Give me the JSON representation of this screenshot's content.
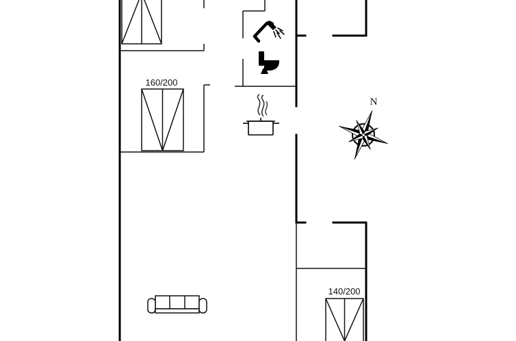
{
  "rooms": {
    "bed_1": {
      "size_label": "160/200"
    },
    "bed_2": {
      "size_label": "140/200"
    }
  },
  "compass": {
    "north_label": "N"
  },
  "icons": {
    "shower": "shower-icon",
    "toilet": "toilet-icon",
    "kitchen": "cooking-pot-icon",
    "sofa": "sofa-icon",
    "compass": "compass-rose-icon"
  },
  "colors": {
    "wall": "#000000",
    "line": "#111111",
    "background": "#ffffff"
  }
}
